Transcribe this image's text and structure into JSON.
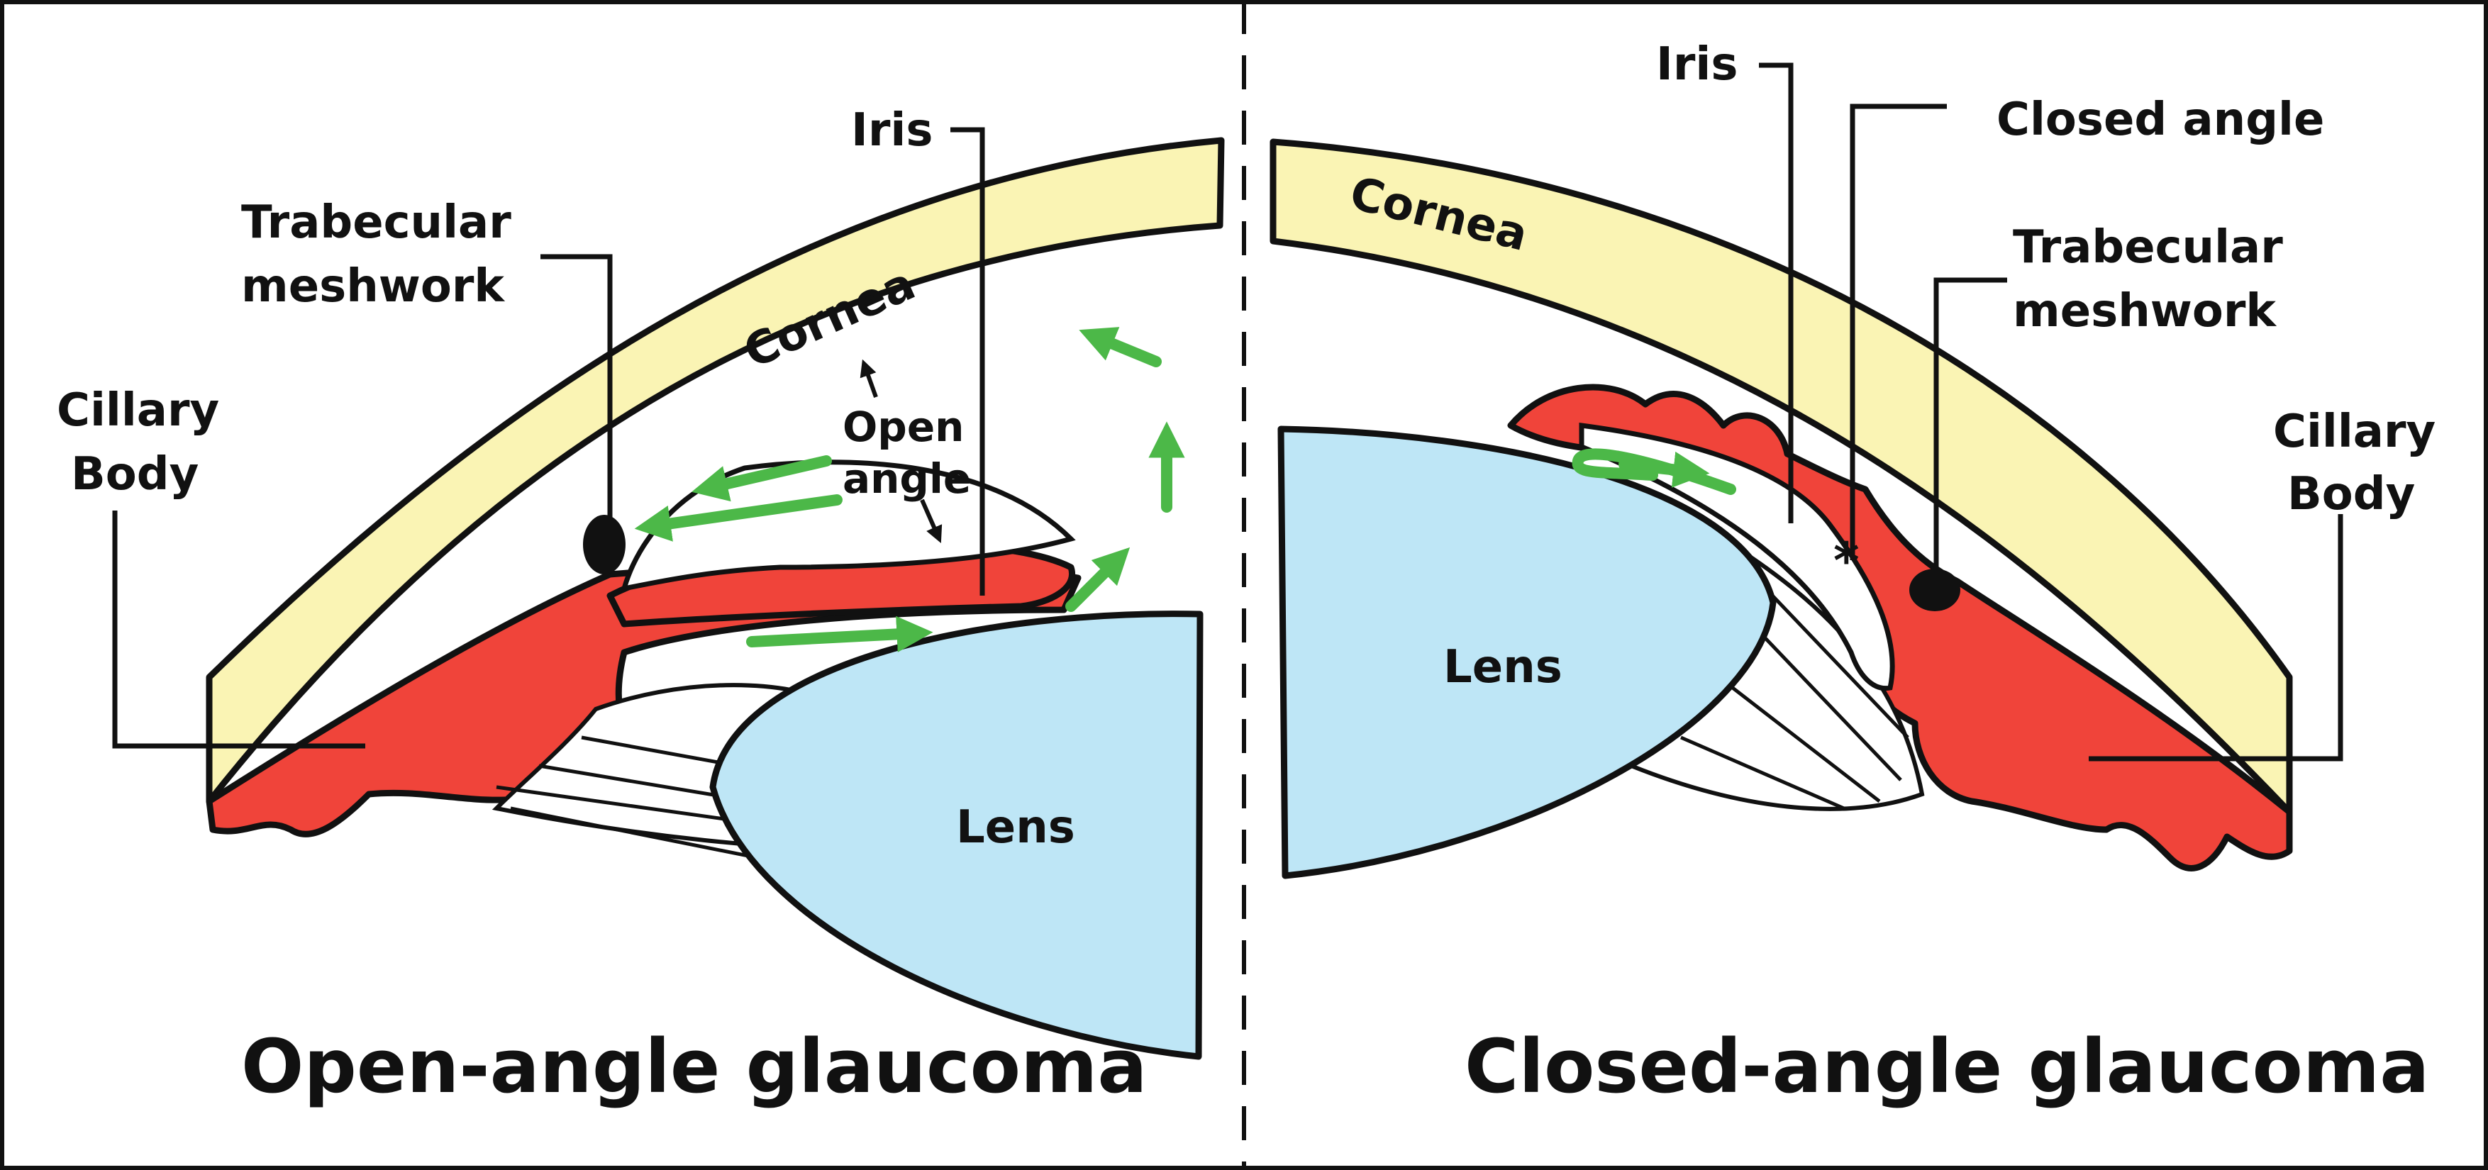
{
  "colors": {
    "cornea": "#FAF4B4",
    "ciliary_iris": "#F0443A",
    "lens": "#BEE6F6",
    "flow_arrow": "#4CB848",
    "outline": "#111111"
  },
  "open_angle": {
    "title": "Open-angle glaucoma",
    "labels": {
      "iris": "Iris",
      "trabecular_line1": "Trabecular",
      "trabecular_line2": "meshwork",
      "ciliary_line1": "Cillary",
      "ciliary_line2": "Body",
      "cornea": "Cornea",
      "open_angle_line1": "Open",
      "open_angle_line2": "angle",
      "lens": "Lens"
    }
  },
  "closed_angle": {
    "title": "Closed-angle glaucoma",
    "labels": {
      "iris": "Iris",
      "closed_angle": "Closed angle",
      "trabecular_line1": "Trabecular",
      "trabecular_line2": "meshwork",
      "ciliary_line1": "Cillary",
      "ciliary_line2": "Body",
      "cornea": "Cornea",
      "lens": "Lens",
      "angle_marker": "*"
    }
  }
}
